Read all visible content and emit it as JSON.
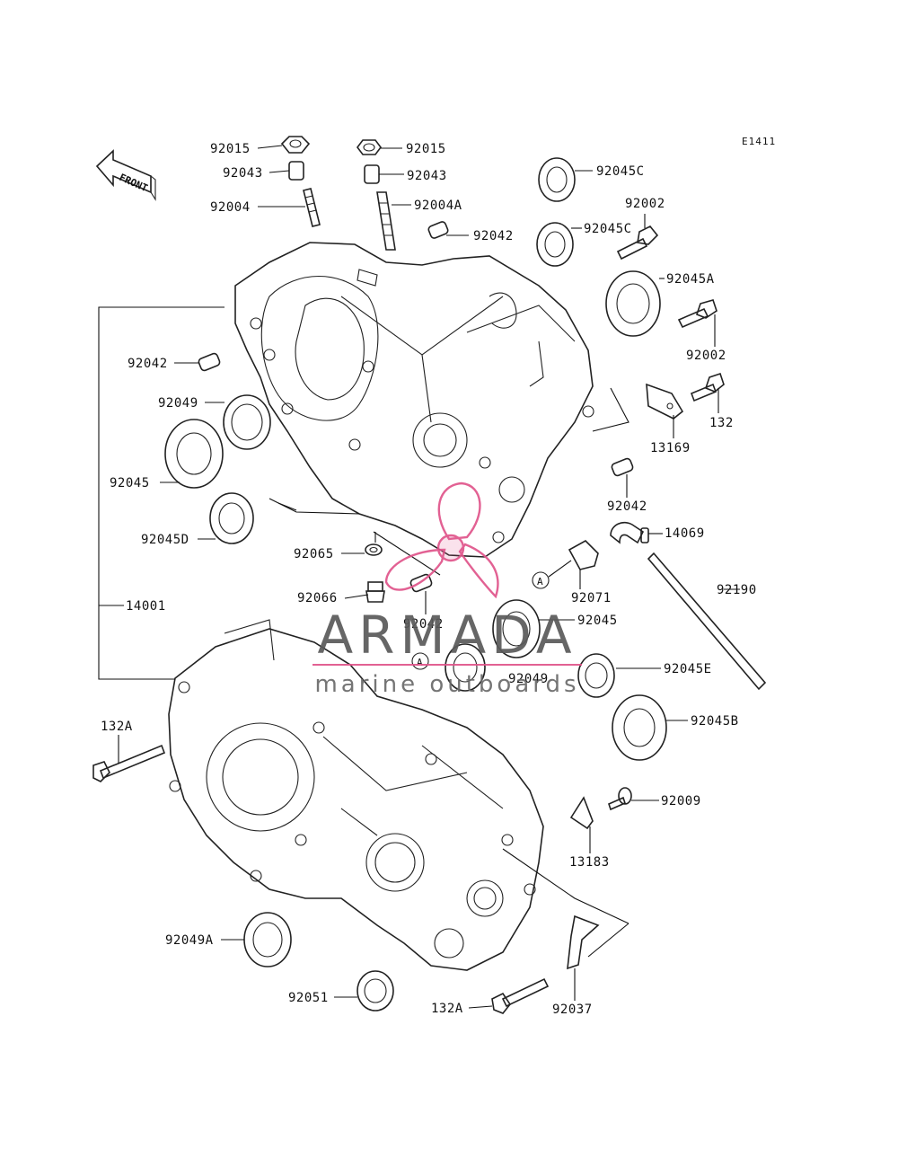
{
  "diagram_code": "E1411",
  "front_label": "FRONT",
  "watermark": {
    "name": "ARMADA",
    "tagline": "marine outboards",
    "color": "#e0548a"
  },
  "callouts": [
    {
      "id": "92015a",
      "text": "92015"
    },
    {
      "id": "92015b",
      "text": "92015"
    },
    {
      "id": "92043a",
      "text": "92043"
    },
    {
      "id": "92043b",
      "text": "92043"
    },
    {
      "id": "92004",
      "text": "92004"
    },
    {
      "id": "92004A",
      "text": "92004A"
    },
    {
      "id": "92042a",
      "text": "92042"
    },
    {
      "id": "92045Ca",
      "text": "92045C"
    },
    {
      "id": "92045Cb",
      "text": "92045C"
    },
    {
      "id": "92002a",
      "text": "92002"
    },
    {
      "id": "92045A",
      "text": "92045A"
    },
    {
      "id": "92002b",
      "text": "92002"
    },
    {
      "id": "92042b",
      "text": "92042"
    },
    {
      "id": "132",
      "text": "132"
    },
    {
      "id": "92049a",
      "text": "92049"
    },
    {
      "id": "13169",
      "text": "13169"
    },
    {
      "id": "92045a",
      "text": "92045"
    },
    {
      "id": "92042c",
      "text": "92042"
    },
    {
      "id": "92045D",
      "text": "92045D"
    },
    {
      "id": "14069",
      "text": "14069"
    },
    {
      "id": "92065",
      "text": "92065"
    },
    {
      "id": "92190",
      "text": "92190"
    },
    {
      "id": "92066",
      "text": "92066"
    },
    {
      "id": "92071",
      "text": "92071"
    },
    {
      "id": "14001",
      "text": "14001"
    },
    {
      "id": "92042d",
      "text": "92042"
    },
    {
      "id": "92045b",
      "text": "92045"
    },
    {
      "id": "92049b",
      "text": "92049"
    },
    {
      "id": "92045E",
      "text": "92045E"
    },
    {
      "id": "92045B",
      "text": "92045B"
    },
    {
      "id": "132Aa",
      "text": "132A"
    },
    {
      "id": "92009",
      "text": "92009"
    },
    {
      "id": "13183",
      "text": "13183"
    },
    {
      "id": "92049A",
      "text": "92049A"
    },
    {
      "id": "92051",
      "text": "92051"
    },
    {
      "id": "132Ab",
      "text": "132A"
    },
    {
      "id": "92037",
      "text": "92037"
    }
  ],
  "ref_marks": [
    {
      "id": "refA1",
      "text": "A"
    },
    {
      "id": "refA2",
      "text": "A"
    }
  ]
}
